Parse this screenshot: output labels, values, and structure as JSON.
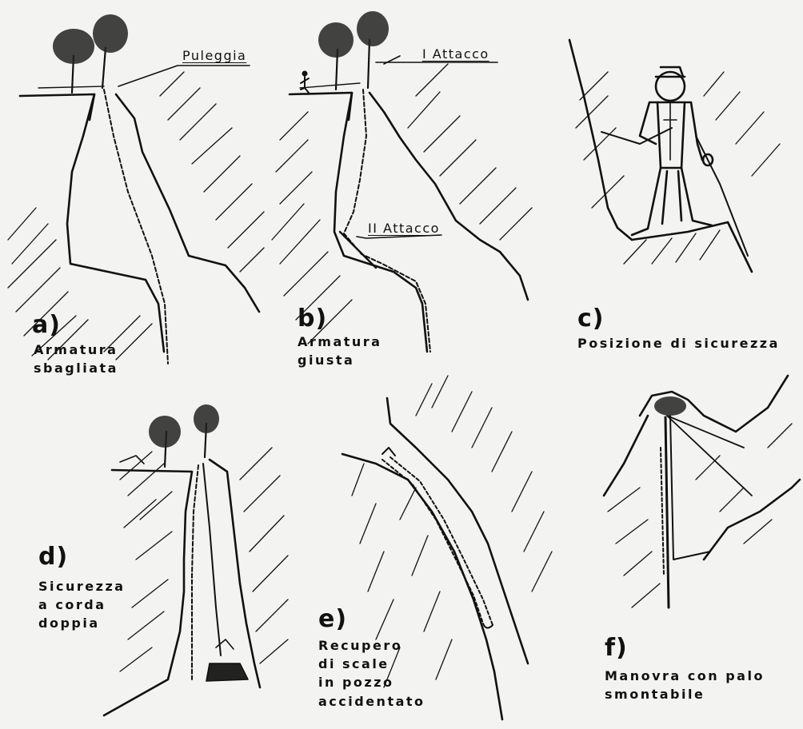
{
  "callouts": {
    "puleggia": "Puleggia",
    "primo_attacco": "I Attacco",
    "secondo_attacco": "II Attacco"
  },
  "panels": [
    {
      "letter": "a)",
      "caption": [
        "Armatura",
        "sbagliata"
      ]
    },
    {
      "letter": "b)",
      "caption": [
        "Armatura",
        "giusta"
      ]
    },
    {
      "letter": "c)",
      "caption": [
        "Posizione di sicurezza"
      ]
    },
    {
      "letter": "d)",
      "caption": [
        "Sicurezza",
        "a corda",
        "doppia"
      ]
    },
    {
      "letter": "e)",
      "caption": [
        "Recupero",
        "di scale",
        "in pozzo",
        "accidentato"
      ]
    },
    {
      "letter": "f)",
      "caption": [
        "Manovra con palo",
        "smontabile"
      ]
    }
  ]
}
